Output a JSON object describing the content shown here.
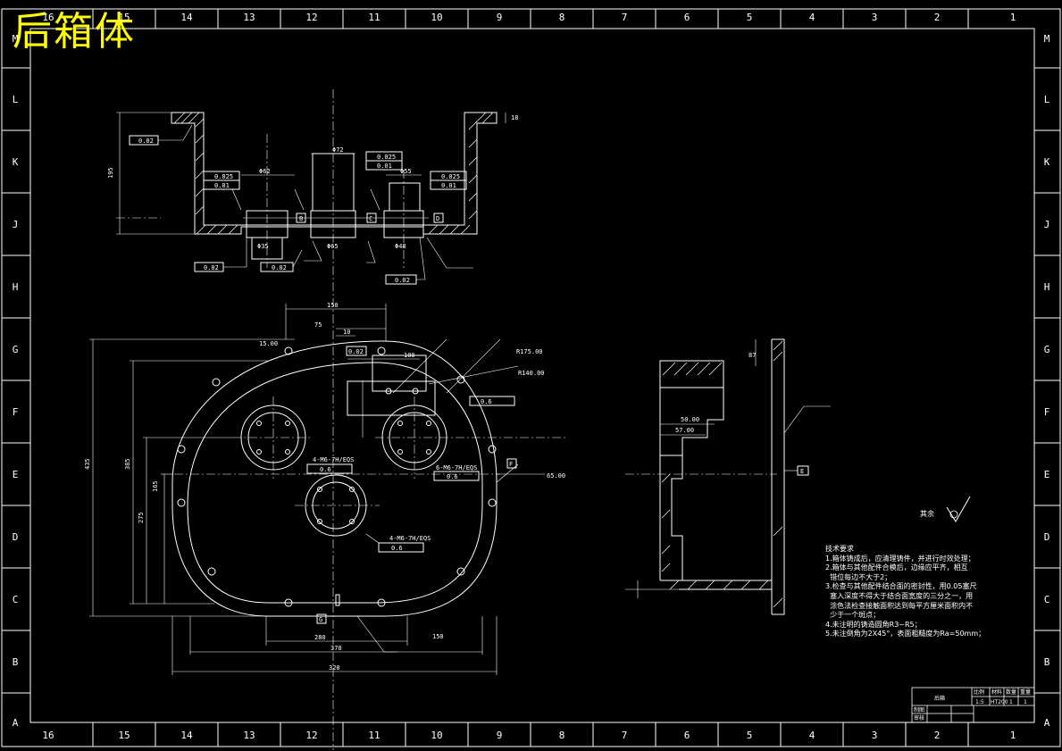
{
  "title": "后箱体",
  "colors": {
    "background": "#000000",
    "line": "#ffffff",
    "title": "#ffff00"
  },
  "zones": {
    "columns": [
      "16",
      "15",
      "14",
      "13",
      "12",
      "11",
      "10",
      "9",
      "8",
      "7",
      "6",
      "5",
      "4",
      "3",
      "2",
      "1"
    ],
    "rows": [
      "M",
      "L",
      "K",
      "J",
      "H",
      "G",
      "F",
      "E",
      "D",
      "C",
      "B",
      "A"
    ]
  },
  "dims": {
    "top_height": "195",
    "flange": "18",
    "d62": "Φ62",
    "d72": "Φ72",
    "d55": "Φ55",
    "d65": "Φ65",
    "d48": "Φ48",
    "d35": "Φ35",
    "tol_a": "0.025",
    "tol_b": "0.01",
    "tol_c": "0.02",
    "w150": "150",
    "w75": "75",
    "w10": "10",
    "r175": "R175.00",
    "r140": "R140.00",
    "w100": "100",
    "h435": "435",
    "h385": "385",
    "h275": "275",
    "h165": "165",
    "m15": "15.00",
    "m65": "65.00",
    "w280": "280",
    "w370": "370",
    "w150b": "150",
    "w320": "320",
    "holes_a": "4-M6-7H/EQS",
    "holes_b": "6-M6-7H/EQS",
    "pos_tol": "0.6",
    "side_50": "50.00",
    "side_57": "57.00",
    "side_87": "87"
  },
  "datums": [
    "B",
    "C",
    "D",
    "E",
    "F",
    "G"
  ],
  "notes": [
    "技术要求",
    "1.箱体铸成后，应清理铸件，并进行时效处理；",
    "2.箱体与其他配件合模后，边缘应平齐，相互",
    "  错位每边不大于2；",
    "3.检查与其他配件结合面的密封性，用0.05塞尺",
    "  塞入深度不得大于结合面宽度的三分之一，用",
    "  涂色法检查接触面积达到每平方厘米面积内不",
    "  少于一个斑点；",
    "4.未注明的铸造圆角R3~R5；",
    "5.未注倒角为2X45°，表面粗糙度为Ra=50mm；"
  ],
  "roughness_label": "其余",
  "title_block": {
    "name_label": "后箱",
    "cells": [
      "比例",
      "材料",
      "数量",
      "重量",
      "1:5",
      "HT200",
      "1",
      "1"
    ],
    "rows": [
      "制图",
      "审核"
    ]
  }
}
